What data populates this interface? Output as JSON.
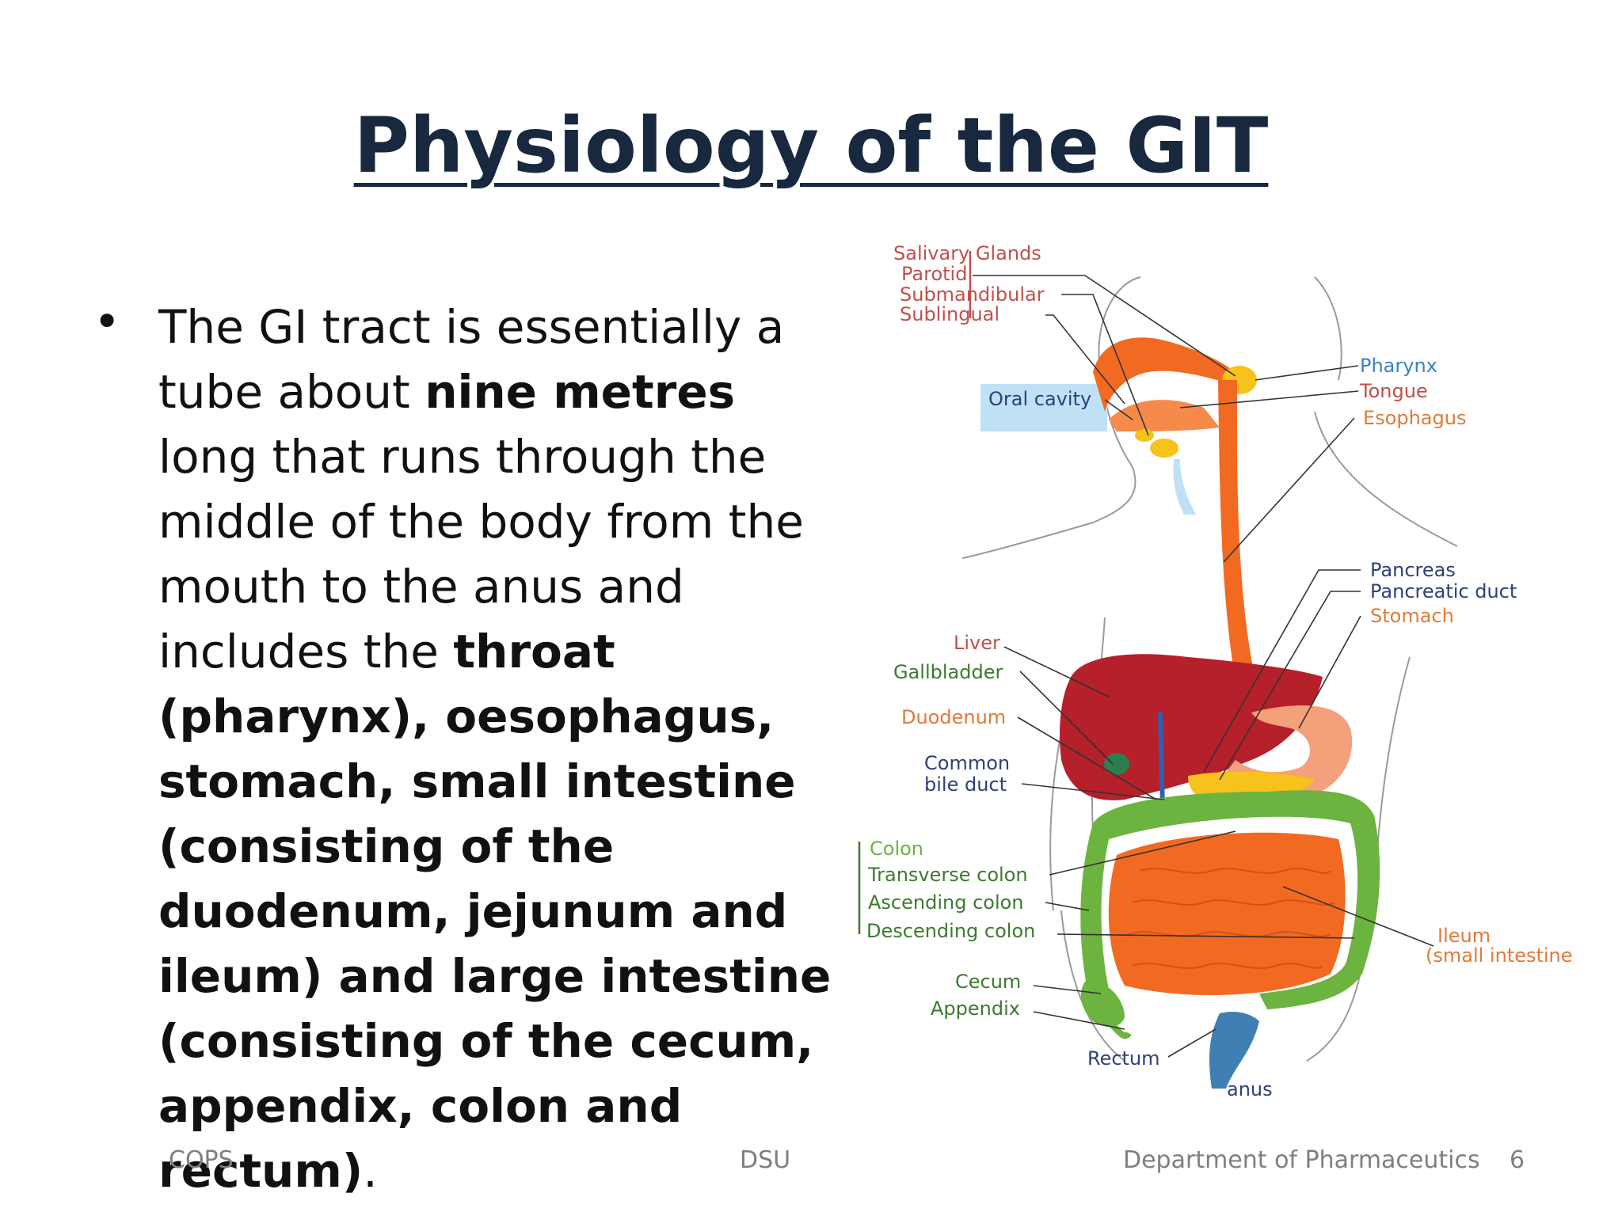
{
  "slide": {
    "title": "Physiology of the GIT",
    "bullet_symbol": "•",
    "bullet": {
      "s1": "The GI tract is essentially a tube about ",
      "s2": "nine metres",
      "s3": " long that runs through the middle of the body from the mouth to the anus and includes the ",
      "s4": "throat (pharynx), oesophagus, stomach, small intestine (consisting of the duodenum, jejunum and ileum) and large intestine (consisting of the cecum, appendix, colon and rectum)",
      "s5": "."
    },
    "footer": {
      "left": "COPS",
      "center": "DSU",
      "right": "Department of Pharmaceutics",
      "page": "6"
    }
  },
  "diagram": {
    "labels": {
      "salivary_glands": "Salivary Glands",
      "parotid": "Parotid",
      "submandibular": "Submandibular",
      "sublingual": "Sublingual",
      "oral_cavity": "Oral cavity",
      "pharynx": "Pharynx",
      "tongue": "Tongue",
      "esophagus": "Esophagus",
      "pancreas": "Pancreas",
      "pancreatic_duct": "Pancreatic duct",
      "stomach": "Stomach",
      "liver": "Liver",
      "gallbladder": "Gallbladder",
      "duodenum": "Duodenum",
      "common": "Common",
      "bile_duct": "bile duct",
      "colon": "Colon",
      "transverse_colon": "Transverse colon",
      "ascending_colon": "Ascending colon",
      "descending_colon": "Descending colon",
      "cecum": "Cecum",
      "appendix": "Appendix",
      "rectum": "Rectum",
      "anus": "anus",
      "ileum": "Ileum",
      "small_intestine": "(small intestine"
    },
    "colors": {
      "salivary": "#c0504d",
      "blue_label": "#3b7fc4",
      "green_label": "#3d7a2f",
      "navy_label": "#2f3f7a",
      "orange_organ": "#f26a21",
      "liver": "#b5202a",
      "colon": "#6cb33f"
    }
  }
}
